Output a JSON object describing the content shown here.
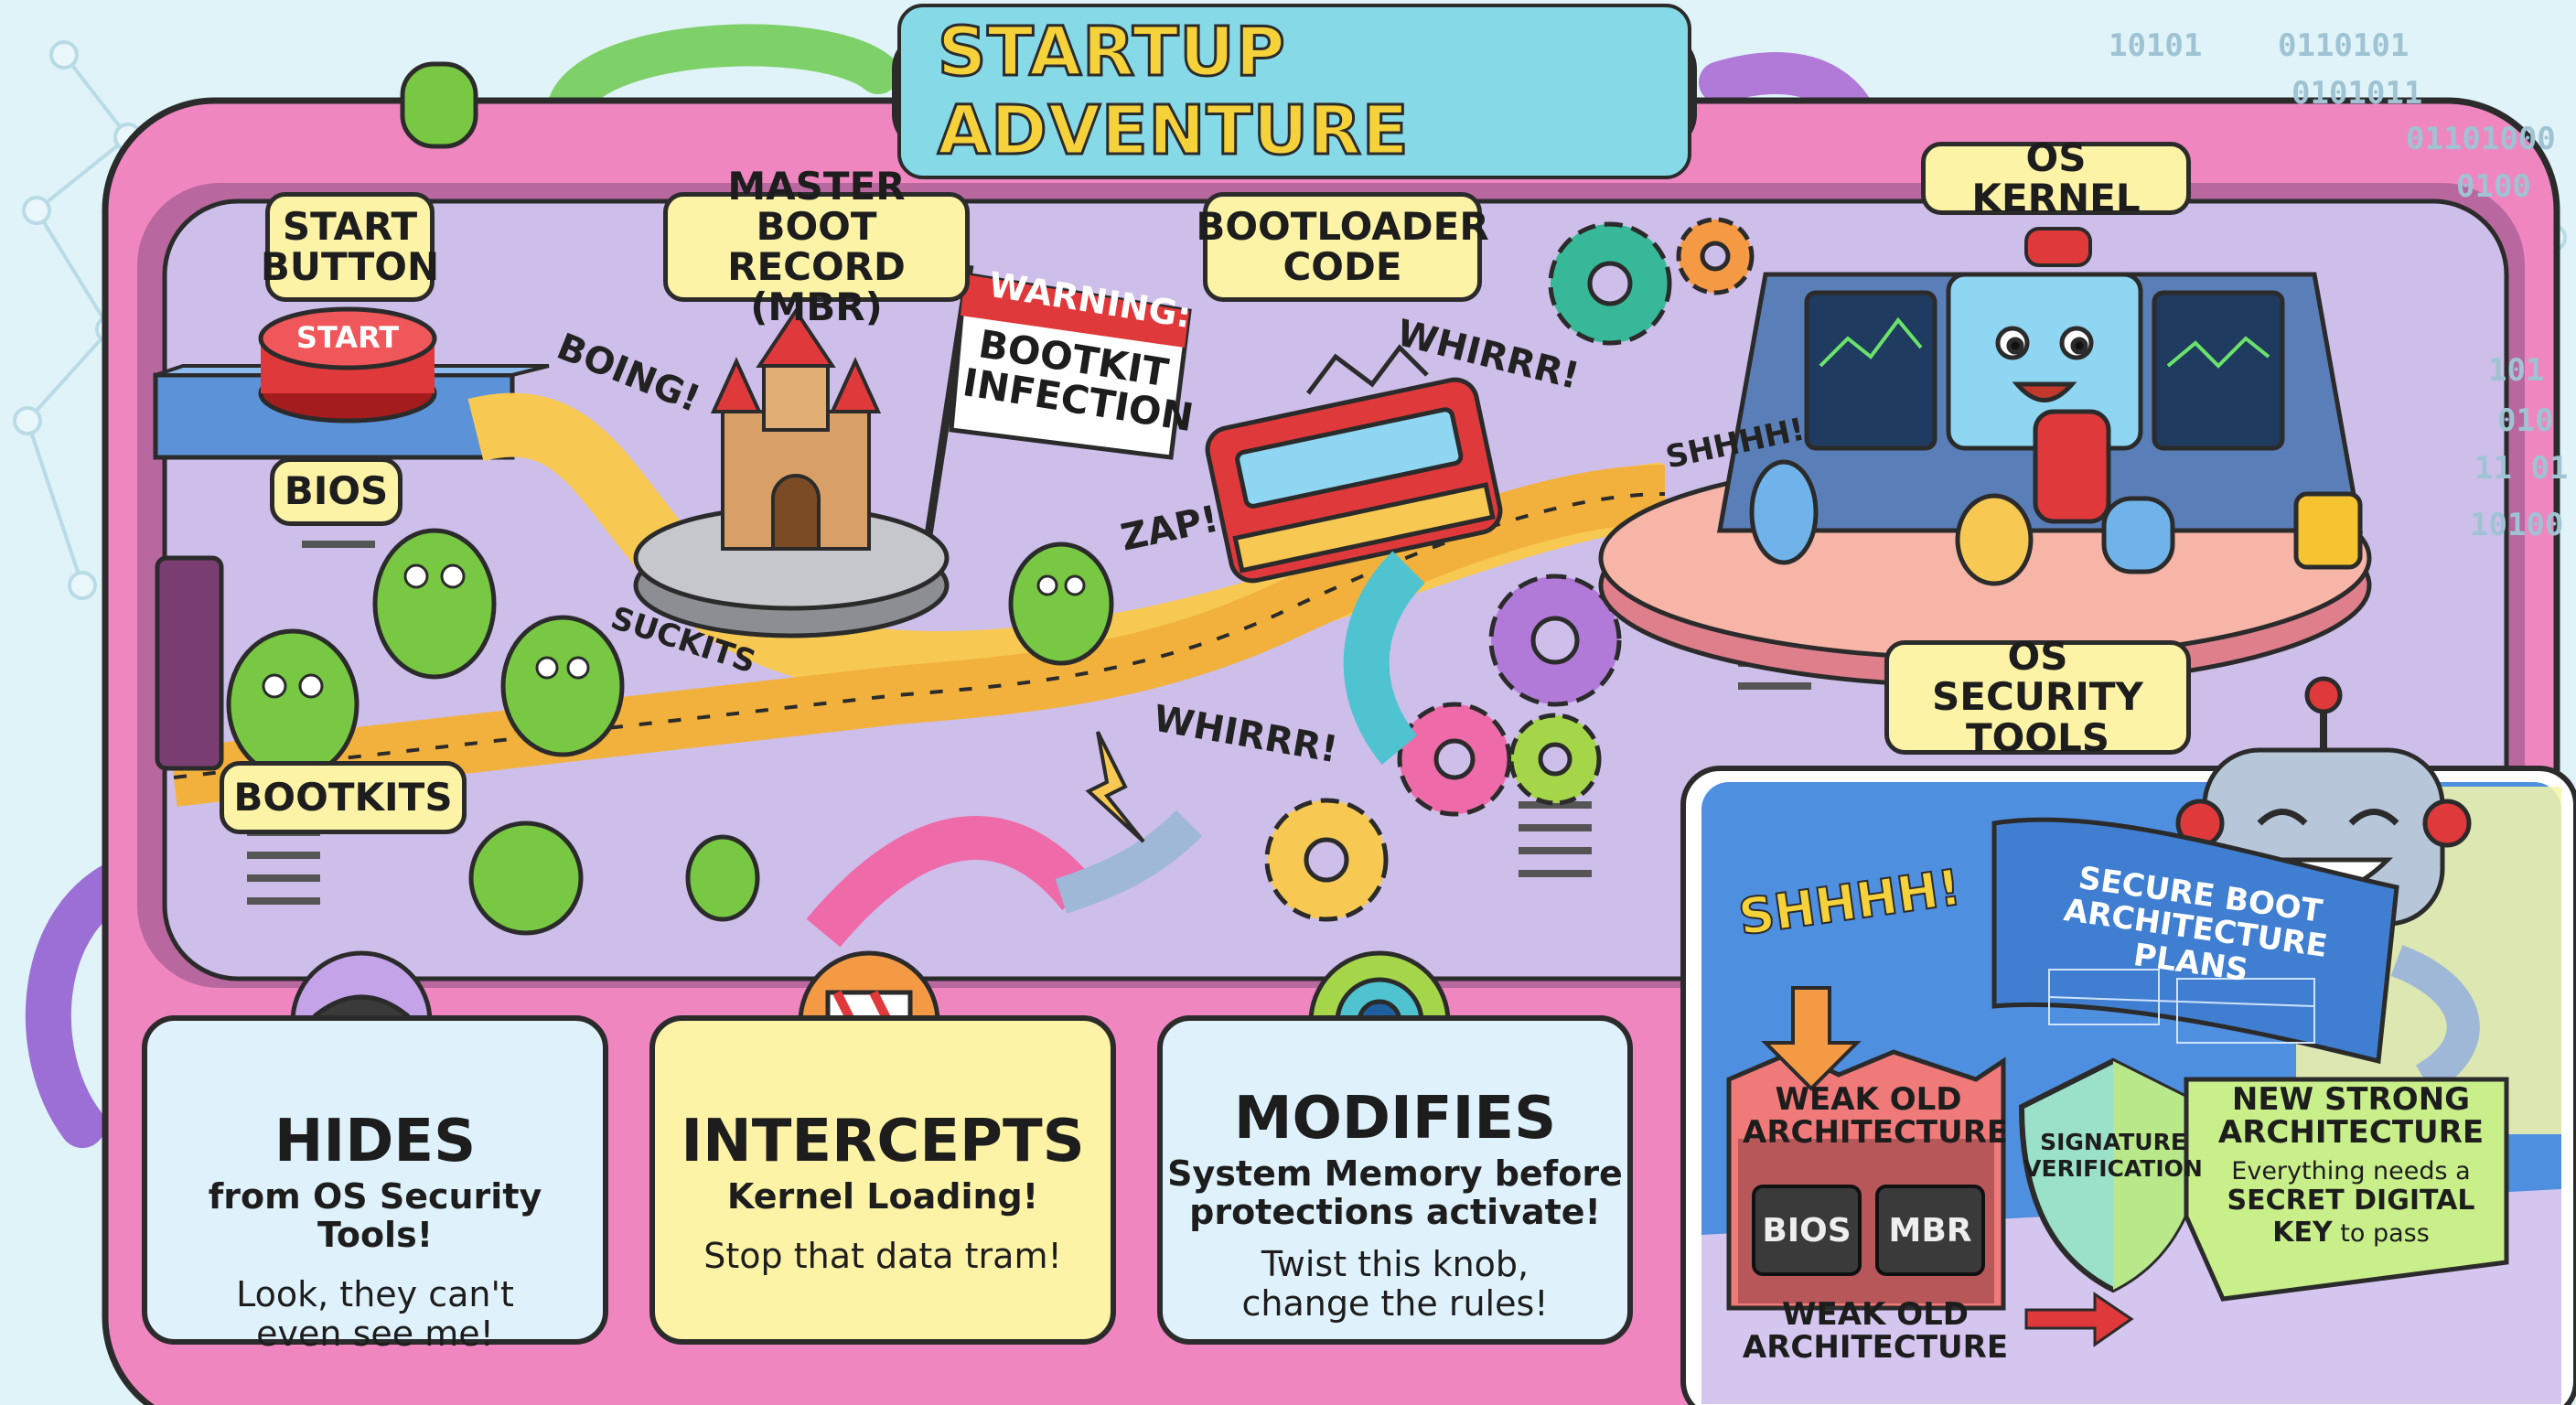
{
  "title": "STARTUP ADVENTURE",
  "labels": {
    "start_button": "START\nBUTTON",
    "start_key": "START",
    "bios": "BIOS",
    "bootkits": "BOOTKITS",
    "mbr": "MASTER BOOT\nRECORD (MBR)",
    "bootloader": "BOOTLOADER\nCODE",
    "os_kernel": "OS KERNEL",
    "os_security_tools": "OS SECURITY\nTOOLS"
  },
  "warning_flag": {
    "title": "WARNING:",
    "body": "BOOTKIT\nINFECTION"
  },
  "sounds": {
    "boing": "BOING!",
    "whirrr_top": "WHIRRR!",
    "zap": "ZAP!",
    "suckits": "SUCKITS",
    "shhhh_kernel": "SHHHH!",
    "whirrr_bottom": "WHIRRR!",
    "shhhh_panel": "SHHHH!"
  },
  "binary": [
    "10101",
    "0110101",
    "0101011",
    "01101000",
    "0100",
    "101",
    "010",
    "11  01",
    "10100"
  ],
  "cards": [
    {
      "heading": "HIDES",
      "sub": "from OS Security Tools!",
      "quote": "Look, they can't\neven see me!",
      "icon": "mask-icon"
    },
    {
      "heading": "INTERCEPTS",
      "sub": "Kernel Loading!",
      "quote": "Stop that data tram!",
      "icon": "barrier-icon"
    },
    {
      "heading": "MODIFIES",
      "sub": "System Memory before\nprotections activate!",
      "quote": "Twist this knob,\nchange the rules!",
      "icon": "knob-icon"
    }
  ],
  "secure_panel": {
    "plans": "SECURE BOOT\nARCHITECTURE PLANS",
    "weak_label": "WEAK OLD\nARCHITECTURE",
    "weak_label_bottom": "WEAK OLD\nARCHITECTURE",
    "chip_bios": "BIOS",
    "chip_mbr": "MBR",
    "shield": "SIGNATURE\nVERIFICATION",
    "strong_label": "NEW STRONG\nARCHITECTURE",
    "strong_desc": "Everything needs a",
    "strong_key": "SECRET DIGITAL\nKEY",
    "strong_tail": " to pass"
  },
  "colors": {
    "machine": "#ef86c0",
    "interior": "#cdbfea",
    "label_fill": "#fdf3a6",
    "monster": "#78c843",
    "card_blue": "#dff2fb",
    "card_yellow": "#fdf3a6",
    "panel_blue": "#4f8fe0",
    "strong_green": "#c9ef8a"
  }
}
